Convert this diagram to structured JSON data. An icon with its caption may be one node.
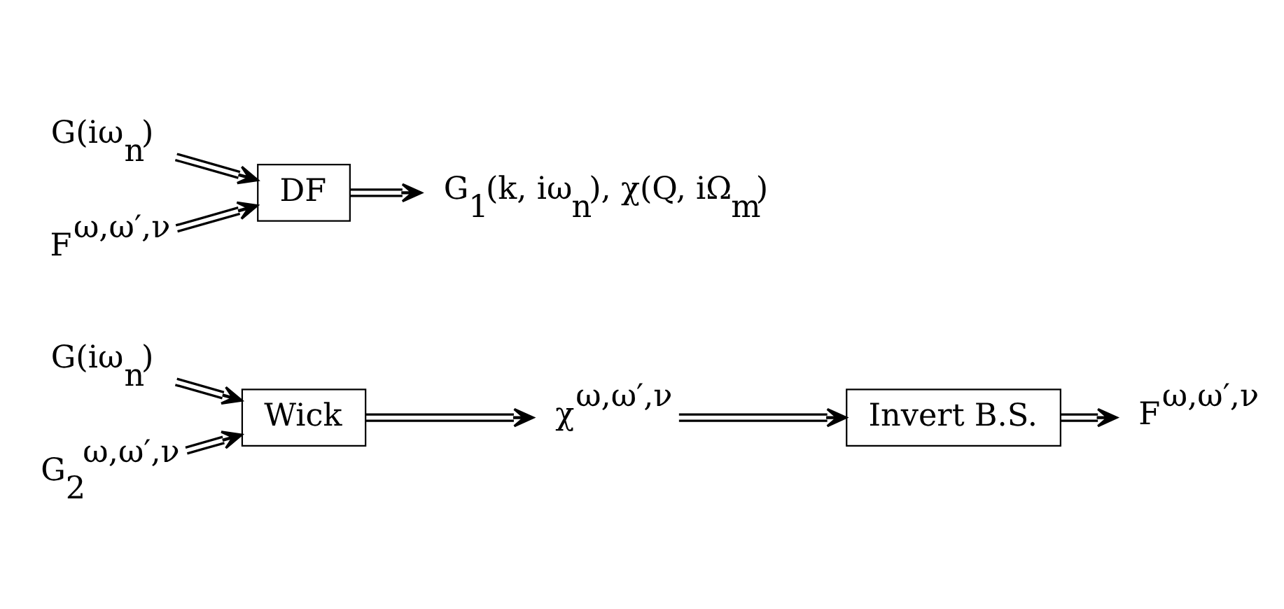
{
  "diagram": {
    "nodes": [
      {
        "text": [
          "G(iω$_{n}$)"
        ]
      },
      {
        "text": [
          "G$_{2}$$^{ω,ω′,ν}$"
        ]
      },
      {
        "text": [
          "Wick"
        ]
      },
      {
        "text": [
          "χ$^{ω,ω′,ν}$"
        ]
      },
      {
        "text": [
          "Invert B.S."
        ]
      },
      {
        "text": [
          "F$^{ω,ω′,ν}$"
        ]
      },
      {
        "text": [
          "G(iω$_{n}$)"
        ]
      },
      {
        "text": [
          "F$^{ω,ω′,ν}$"
        ]
      },
      {
        "text": [
          "DF"
        ]
      },
      {
        "text": [
          "G$_{1}$(k, iω$_{n}$), χ(Q, iΩ$_{m}$)"
        ]
      }
    ],
    "edges": [
      {
        "from": 0,
        "to": 2,
        "arrow": "to"
      },
      {
        "from": 1,
        "to": 2,
        "arrow": "to"
      },
      {
        "from": 2,
        "to": 3,
        "arrow": "to"
      },
      {
        "from": 3,
        "to": 4,
        "arrow": "to"
      },
      {
        "from": 4,
        "to": 5,
        "arrow": "to"
      },
      {
        "from": 6,
        "to": 8,
        "arrow": "to"
      },
      {
        "from": 7,
        "to": 8,
        "arrow": "to"
      },
      {
        "from": 8,
        "to": 9,
        "arrow": "to"
      }
    ]
  }
}
